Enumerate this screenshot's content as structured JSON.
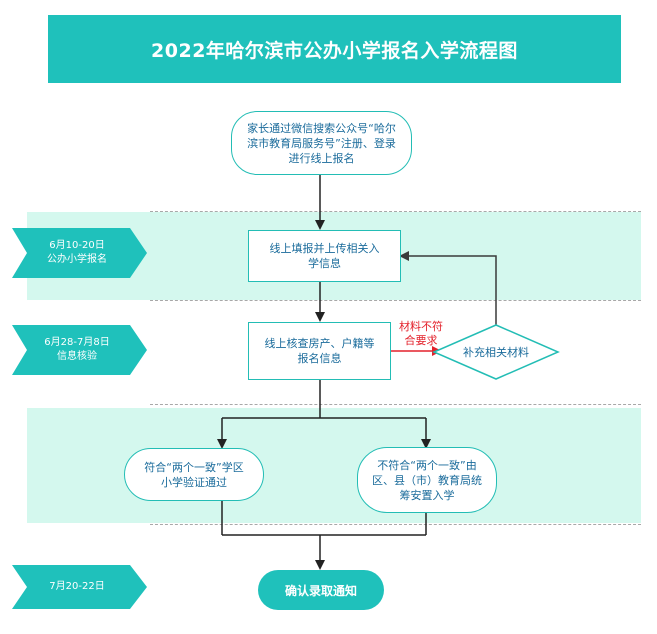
{
  "title": "2022年哈尔滨市公办小学报名入学流程图",
  "stages": [
    {
      "label": "6月10-20日\n公办小学报名"
    },
    {
      "label": "6月28-7月8日\n信息核验"
    },
    {
      "label": "7月20-22日"
    }
  ],
  "nodes": {
    "start": "家长通过微信搜索公众号“哈尔滨市教育局服务号”注册、登录进行线上报名",
    "upload": "线上填报并上传相关入学信息",
    "verify": "线上核查房产、户籍等报名信息",
    "supplement": "补充相关材料",
    "match": "符合“两个一致”学区小学验证通过",
    "nomatch": "不符合“两个一致”由区、县（市）教育局统筹安置入学",
    "final": "确认录取通知"
  },
  "edge_labels": {
    "mismatch": "材料不符\n合要求"
  },
  "colors": {
    "teal": "#1fc1bb",
    "band": "#d4f8ee",
    "border": "#23bdb5",
    "text": "#1a6b9b",
    "red": "#e3212b"
  }
}
